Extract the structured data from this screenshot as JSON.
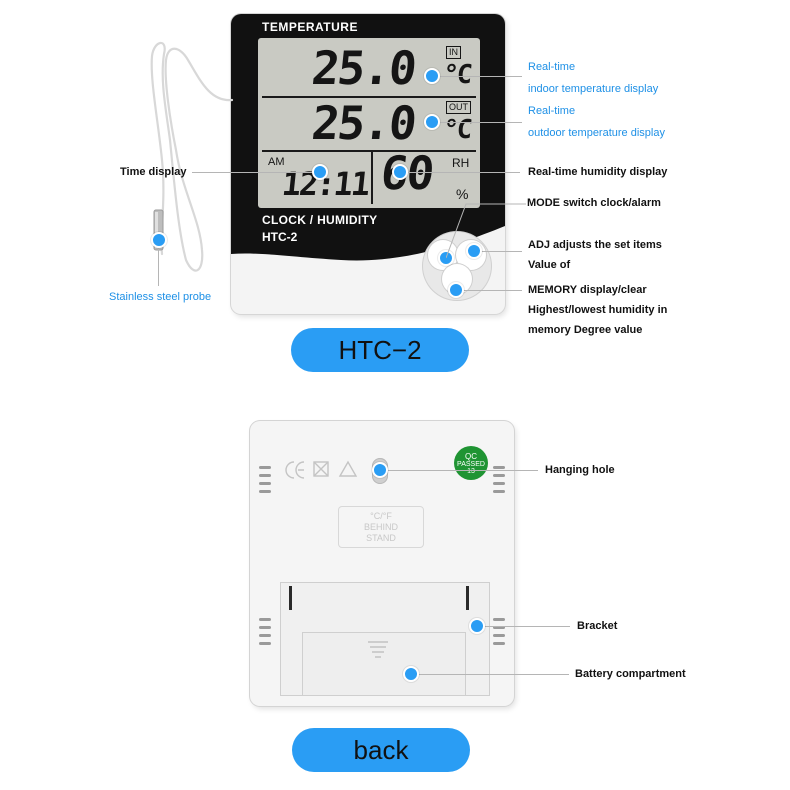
{
  "front": {
    "device": {
      "top_label": "TEMPERATURE",
      "indoor_value": "25.0",
      "indoor_unit": "°C",
      "indoor_tag": "IN",
      "outdoor_value": "25.0",
      "outdoor_unit": "°C",
      "outdoor_tag": "OUT",
      "am_label": "AM",
      "time_value": "12:11",
      "humidity_value": "60",
      "rh_label": "RH",
      "percent_label": "%",
      "bottom_label": "CLOCK / HUMIDITY",
      "model_label": "HTC-2"
    },
    "callouts": {
      "indoor": [
        "Real-time",
        "indoor temperature display"
      ],
      "outdoor": [
        "Real-time",
        "outdoor temperature display"
      ],
      "humidity": "Real-time humidity display",
      "time": "Time display",
      "mode": "MODE switch clock/alarm",
      "adj": [
        "ADJ adjusts the set items",
        "Value of"
      ],
      "memory": [
        "MEMORY display/clear",
        "Highest/lowest humidity in",
        "memory Degree value"
      ],
      "probe": "Stainless steel probe"
    },
    "pill_label": "HTC−2"
  },
  "back": {
    "qc": [
      "QC",
      "PASSED",
      "13"
    ],
    "emboss": [
      "°C/°F",
      "BEHIND",
      "STAND"
    ],
    "callouts": {
      "hanging_hole": "Hanging hole",
      "bracket": "Bracket",
      "battery": "Battery compartment"
    },
    "pill_label": "back"
  },
  "colors": {
    "accent_blue": "#2a9df4",
    "label_blue": "#1e90e6",
    "lcd_bg": "#c9cac3",
    "device_black": "#111111",
    "qc_green": "#1f9433"
  }
}
